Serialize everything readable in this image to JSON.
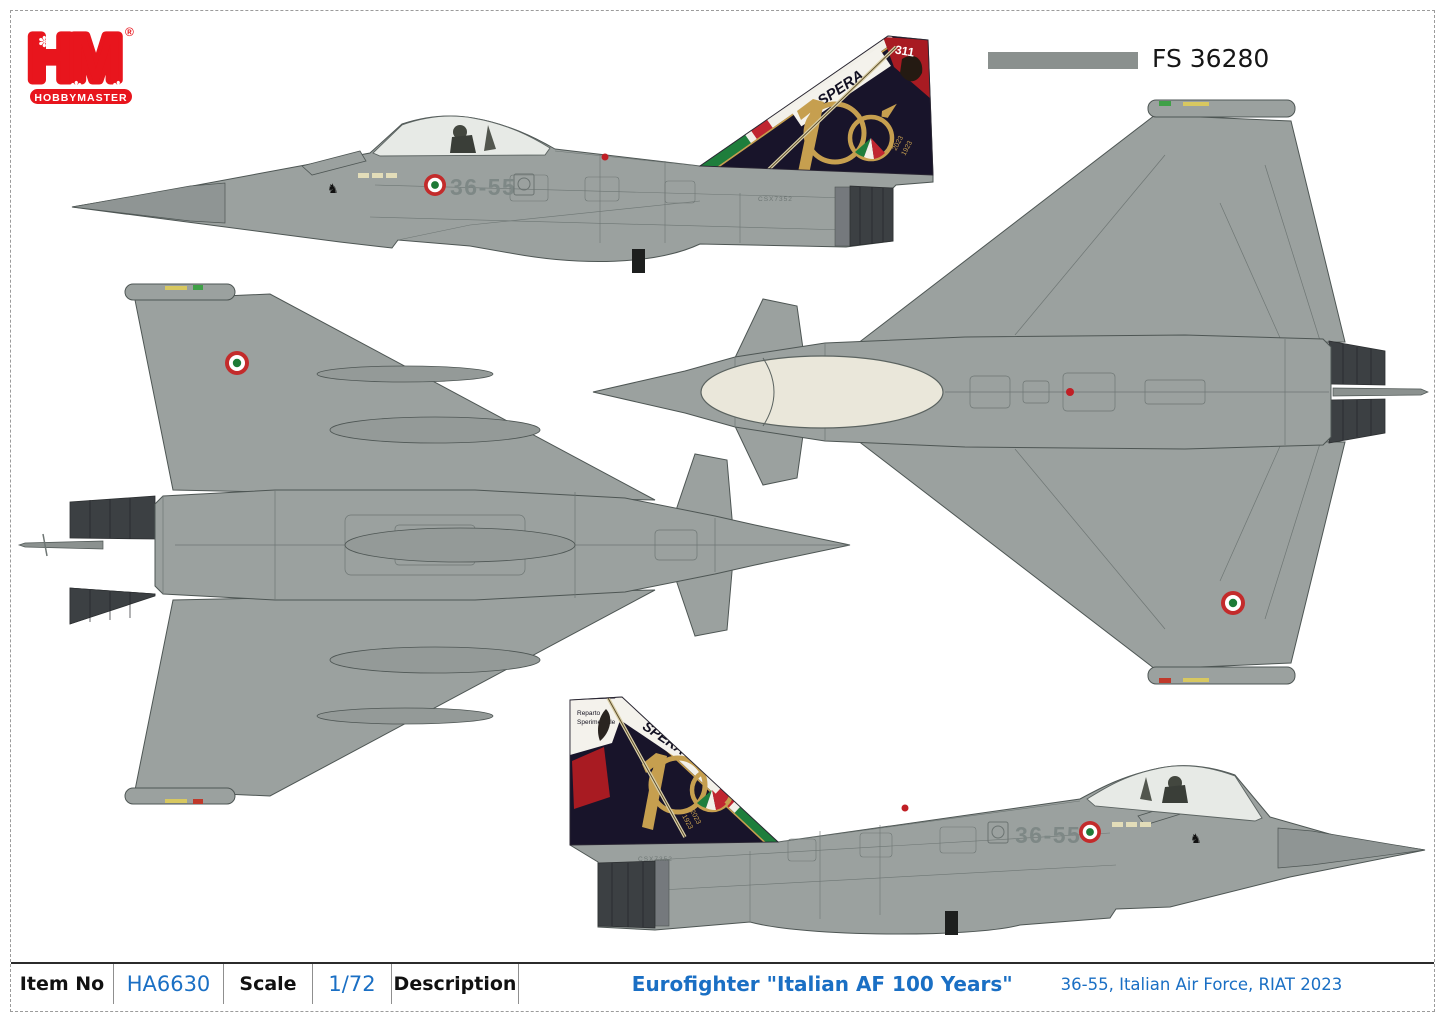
{
  "logo": {
    "initials": "HM",
    "brand": "HOBBYMASTER",
    "registered": "®",
    "red": "#e8151d"
  },
  "color_chip": {
    "label": "FS 36280",
    "swatch_hex": "#8a908e"
  },
  "markings": {
    "tactical_code": "36-55",
    "serial": "CSX7352",
    "roundel": {
      "outer": "#c32b2b",
      "middle": "#ffffff",
      "center": "#1d7a36"
    }
  },
  "tail_art": {
    "band_text": "SPERA",
    "group_number": "311",
    "anniversary": "100",
    "year_new": "2023",
    "year_old": "1923",
    "unit_line1": "Reparto",
    "unit_line2": "Sperimentale",
    "colors": {
      "black": "#18142a",
      "gold": "#c69f4f",
      "red": "#a81b22",
      "bright_red": "#c02630",
      "green": "#1e7e3c",
      "white": "#f2f0e9"
    }
  },
  "airframe": {
    "body_gray": "#9ba19f",
    "nozzle_dark": "#3c4043",
    "canopy_cream": "#eae7da"
  },
  "footer": {
    "item_no_label": "Item No",
    "item_no_value": "HA6630",
    "scale_label": "Scale",
    "scale_value": "1/72",
    "description_label": "Description",
    "description_value": "Eurofighter \"Italian AF 100 Years\"",
    "description_detail": "36-55, Italian Air Force, RIAT 2023"
  }
}
